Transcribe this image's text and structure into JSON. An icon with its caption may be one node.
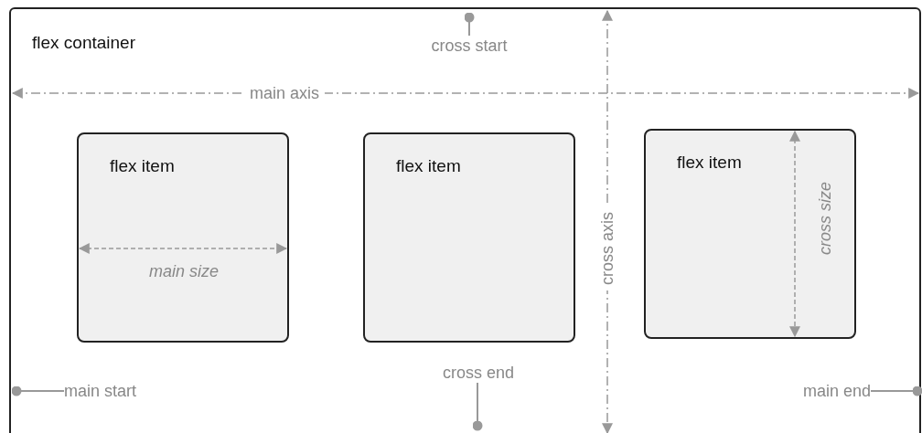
{
  "diagram": {
    "nodes": [
      {
        "text": [
          "flex container"
        ]
      },
      {
        "text": [
          "flex item"
        ],
        "in": 0
      },
      {
        "text": [
          "flex item"
        ],
        "in": 0
      },
      {
        "text": [
          "flex item"
        ],
        "in": 0
      },
      {
        "text": [
          "cross start"
        ],
        "in": 0
      },
      {
        "text": [
          "cross end"
        ],
        "in": 0
      },
      {
        "text": [
          "main start"
        ],
        "in": 0
      },
      {
        "text": [
          "main end"
        ],
        "in": 0
      }
    ],
    "edges": [
      {
        "from": 4,
        "to": null,
        "arrow": "other"
      },
      {
        "from": 5,
        "to": null,
        "arrow": "other"
      },
      {
        "from": 6,
        "to": null,
        "arrow": "other"
      },
      {
        "from": 7,
        "to": null,
        "arrow": "other"
      }
    ],
    "labels": [
      "main axis",
      "cross axis",
      "main size",
      "cross size"
    ]
  }
}
